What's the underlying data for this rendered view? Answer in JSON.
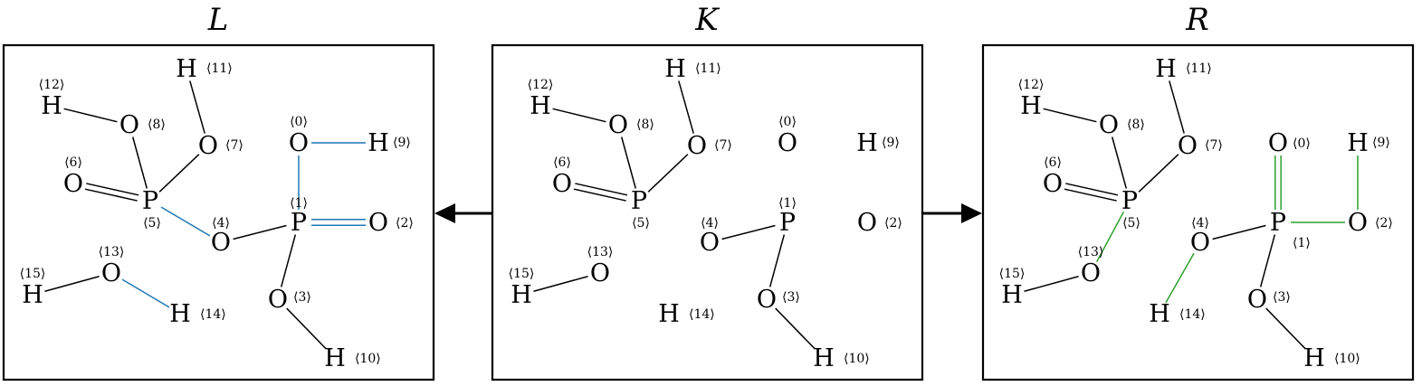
{
  "colors": {
    "frame": "#000000",
    "bond_default": "#000000",
    "bond_removed": "#1f77b4",
    "bond_added": "#2ca02c",
    "arrow": "#000000"
  },
  "arrows": {
    "direction_left": "K to L",
    "direction_right": "K to R"
  },
  "panels": [
    {
      "id": "L",
      "title": "L",
      "atoms": [
        {
          "id": 0,
          "symbol": "O",
          "index": "⟨0⟩"
        },
        {
          "id": 1,
          "symbol": "P",
          "index": "⟨1⟩"
        },
        {
          "id": 2,
          "symbol": "O",
          "index": "⟨2⟩"
        },
        {
          "id": 3,
          "symbol": "O",
          "index": "⟨3⟩"
        },
        {
          "id": 4,
          "symbol": "O",
          "index": "⟨4⟩"
        },
        {
          "id": 5,
          "symbol": "P",
          "index": "⟨5⟩"
        },
        {
          "id": 6,
          "symbol": "O",
          "index": "⟨6⟩"
        },
        {
          "id": 7,
          "symbol": "O",
          "index": "⟨7⟩"
        },
        {
          "id": 8,
          "symbol": "O",
          "index": "⟨8⟩"
        },
        {
          "id": 9,
          "symbol": "H",
          "index": "⟨9⟩"
        },
        {
          "id": 10,
          "symbol": "H",
          "index": "⟨10⟩"
        },
        {
          "id": 11,
          "symbol": "H",
          "index": "⟨11⟩"
        },
        {
          "id": 12,
          "symbol": "H",
          "index": "⟨12⟩"
        },
        {
          "id": 13,
          "symbol": "O",
          "index": "⟨13⟩"
        },
        {
          "id": 14,
          "symbol": "H",
          "index": "⟨14⟩"
        },
        {
          "id": 15,
          "symbol": "H",
          "index": "⟨15⟩"
        }
      ],
      "bonds": [
        {
          "a": 12,
          "b": 8,
          "order": 1,
          "style": "default"
        },
        {
          "a": 11,
          "b": 7,
          "order": 1,
          "style": "default"
        },
        {
          "a": 8,
          "b": 5,
          "order": 1,
          "style": "default"
        },
        {
          "a": 7,
          "b": 5,
          "order": 1,
          "style": "default"
        },
        {
          "a": 6,
          "b": 5,
          "order": 2,
          "style": "default"
        },
        {
          "a": 5,
          "b": 4,
          "order": 1,
          "style": "removed"
        },
        {
          "a": 4,
          "b": 1,
          "order": 1,
          "style": "default"
        },
        {
          "a": 0,
          "b": 9,
          "order": 1,
          "style": "removed"
        },
        {
          "a": 0,
          "b": 1,
          "order": 1,
          "style": "removed"
        },
        {
          "a": 1,
          "b": 2,
          "order": 2,
          "style": "removed"
        },
        {
          "a": 1,
          "b": 3,
          "order": 1,
          "style": "default"
        },
        {
          "a": 3,
          "b": 10,
          "order": 1,
          "style": "default"
        },
        {
          "a": 15,
          "b": 13,
          "order": 1,
          "style": "default"
        },
        {
          "a": 13,
          "b": 14,
          "order": 1,
          "style": "removed"
        }
      ]
    },
    {
      "id": "K",
      "title": "K",
      "atoms": [
        {
          "id": 0,
          "symbol": "O",
          "index": "⟨0⟩"
        },
        {
          "id": 1,
          "symbol": "P",
          "index": "⟨1⟩"
        },
        {
          "id": 2,
          "symbol": "O",
          "index": "⟨2⟩"
        },
        {
          "id": 3,
          "symbol": "O",
          "index": "⟨3⟩"
        },
        {
          "id": 4,
          "symbol": "O",
          "index": "⟨4⟩"
        },
        {
          "id": 5,
          "symbol": "P",
          "index": "⟨5⟩"
        },
        {
          "id": 6,
          "symbol": "O",
          "index": "⟨6⟩"
        },
        {
          "id": 7,
          "symbol": "O",
          "index": "⟨7⟩"
        },
        {
          "id": 8,
          "symbol": "O",
          "index": "⟨8⟩"
        },
        {
          "id": 9,
          "symbol": "H",
          "index": "⟨9⟩"
        },
        {
          "id": 10,
          "symbol": "H",
          "index": "⟨10⟩"
        },
        {
          "id": 11,
          "symbol": "H",
          "index": "⟨11⟩"
        },
        {
          "id": 12,
          "symbol": "H",
          "index": "⟨12⟩"
        },
        {
          "id": 13,
          "symbol": "O",
          "index": "⟨13⟩"
        },
        {
          "id": 14,
          "symbol": "H",
          "index": "⟨14⟩"
        },
        {
          "id": 15,
          "symbol": "H",
          "index": "⟨15⟩"
        }
      ],
      "bonds": [
        {
          "a": 12,
          "b": 8,
          "order": 1,
          "style": "default"
        },
        {
          "a": 11,
          "b": 7,
          "order": 1,
          "style": "default"
        },
        {
          "a": 8,
          "b": 5,
          "order": 1,
          "style": "default"
        },
        {
          "a": 7,
          "b": 5,
          "order": 1,
          "style": "default"
        },
        {
          "a": 6,
          "b": 5,
          "order": 2,
          "style": "default"
        },
        {
          "a": 4,
          "b": 1,
          "order": 1,
          "style": "default"
        },
        {
          "a": 1,
          "b": 3,
          "order": 1,
          "style": "default"
        },
        {
          "a": 3,
          "b": 10,
          "order": 1,
          "style": "default"
        },
        {
          "a": 15,
          "b": 13,
          "order": 1,
          "style": "default"
        }
      ]
    },
    {
      "id": "R",
      "title": "R",
      "atoms": [
        {
          "id": 0,
          "symbol": "O",
          "index": "⟨0⟩"
        },
        {
          "id": 1,
          "symbol": "P",
          "index": "⟨1⟩"
        },
        {
          "id": 2,
          "symbol": "O",
          "index": "⟨2⟩"
        },
        {
          "id": 3,
          "symbol": "O",
          "index": "⟨3⟩"
        },
        {
          "id": 4,
          "symbol": "O",
          "index": "⟨4⟩"
        },
        {
          "id": 5,
          "symbol": "P",
          "index": "⟨5⟩"
        },
        {
          "id": 6,
          "symbol": "O",
          "index": "⟨6⟩"
        },
        {
          "id": 7,
          "symbol": "O",
          "index": "⟨7⟩"
        },
        {
          "id": 8,
          "symbol": "O",
          "index": "⟨8⟩"
        },
        {
          "id": 9,
          "symbol": "H",
          "index": "⟨9⟩"
        },
        {
          "id": 10,
          "symbol": "H",
          "index": "⟨10⟩"
        },
        {
          "id": 11,
          "symbol": "H",
          "index": "⟨11⟩"
        },
        {
          "id": 12,
          "symbol": "H",
          "index": "⟨12⟩"
        },
        {
          "id": 13,
          "symbol": "O",
          "index": "⟨13⟩"
        },
        {
          "id": 14,
          "symbol": "H",
          "index": "⟨14⟩"
        },
        {
          "id": 15,
          "symbol": "H",
          "index": "⟨15⟩"
        }
      ],
      "bonds": [
        {
          "a": 12,
          "b": 8,
          "order": 1,
          "style": "default"
        },
        {
          "a": 11,
          "b": 7,
          "order": 1,
          "style": "default"
        },
        {
          "a": 8,
          "b": 5,
          "order": 1,
          "style": "default"
        },
        {
          "a": 7,
          "b": 5,
          "order": 1,
          "style": "default"
        },
        {
          "a": 6,
          "b": 5,
          "order": 2,
          "style": "default"
        },
        {
          "a": 5,
          "b": 13,
          "order": 1,
          "style": "added"
        },
        {
          "a": 15,
          "b": 13,
          "order": 1,
          "style": "default"
        },
        {
          "a": 4,
          "b": 1,
          "order": 1,
          "style": "default"
        },
        {
          "a": 4,
          "b": 14,
          "order": 1,
          "style": "added"
        },
        {
          "a": 0,
          "b": 1,
          "order": 2,
          "style": "added"
        },
        {
          "a": 9,
          "b": 2,
          "order": 1,
          "style": "added"
        },
        {
          "a": 1,
          "b": 2,
          "order": 1,
          "style": "added"
        },
        {
          "a": 1,
          "b": 3,
          "order": 1,
          "style": "default"
        },
        {
          "a": 3,
          "b": 10,
          "order": 1,
          "style": "default"
        }
      ]
    }
  ]
}
